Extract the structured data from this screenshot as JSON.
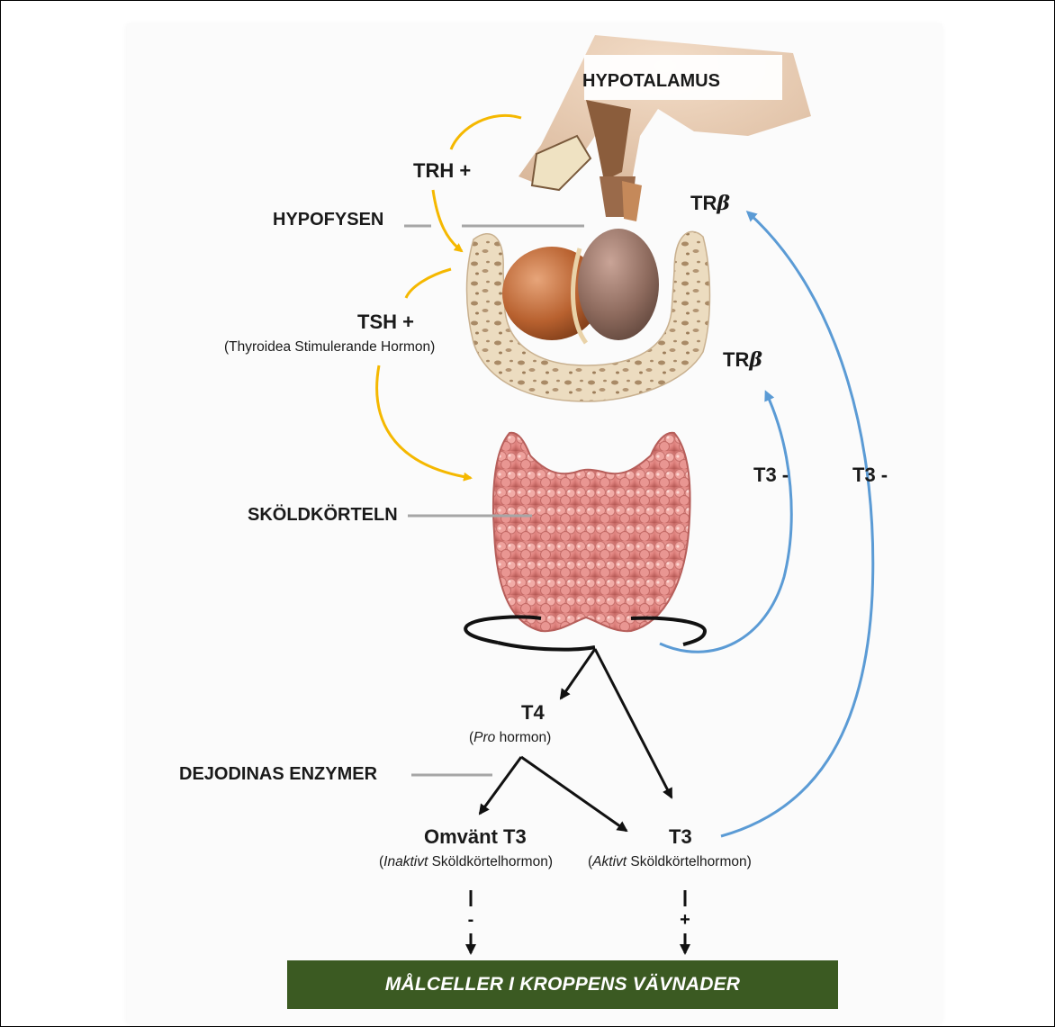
{
  "diagram": {
    "hypothalamus": "HYPOTALAMUS",
    "trh": "TRH +",
    "hypofysen": "HYPOFYSEN",
    "tsh": "TSH +",
    "tsh_full": "(Thyroidea Stimulerande Hormon)",
    "trbeta_upper": "TR",
    "trbeta_lower": "TR",
    "beta_symbol": "β",
    "skoldkorteln": "SKÖLDKÖRTELN",
    "t3_minus_inner": "T3 -",
    "t3_minus_outer": "T3 -",
    "t4": "T4",
    "t4_open": "(",
    "t4_italic": "Pro",
    "t4_rest": " hormon)",
    "dejodinas": "DEJODINAS ENZYMER",
    "reverse_t3": "Omvänt T3",
    "reverse_open": "(",
    "reverse_italic": "Inaktivt",
    "reverse_rest": " Sköldkörtelhormon)",
    "t3": "T3",
    "t3_open": "(",
    "t3_italic": "Aktivt",
    "t3_rest": " Sköldkörtelhormon)",
    "minus_sign": "-",
    "plus_sign": "+",
    "target_cells": "MÅLCELLER I KROPPENS VÄVNADER"
  },
  "colors": {
    "stimulation_arrow": "#f5b800",
    "feedback_arrow": "#5b9bd5",
    "pointer_line": "#a6a6a6",
    "target_bar": "#3b5a22"
  }
}
